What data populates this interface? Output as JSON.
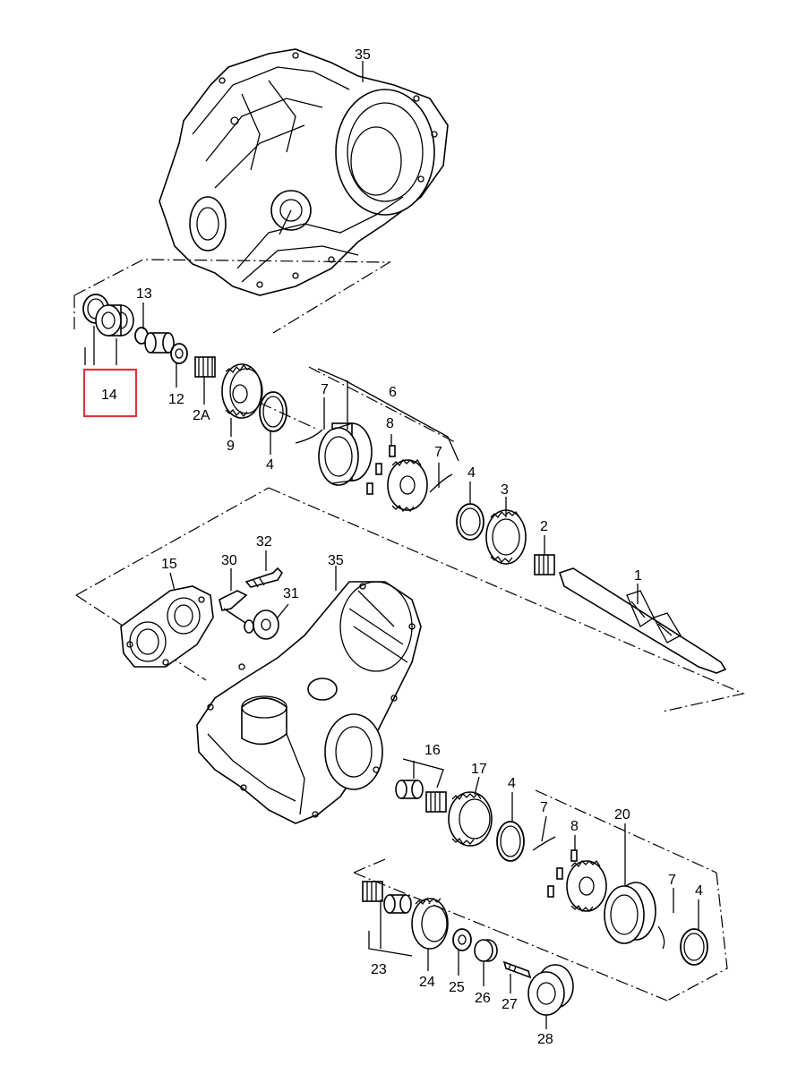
{
  "labels": {
    "l35a": "35",
    "l13": "13",
    "l14": "14",
    "l12": "12",
    "l2A": "2A",
    "l9": "9",
    "l4a": "4",
    "l7a": "7",
    "l6": "6",
    "l8a": "8",
    "l7b": "7",
    "l4b": "4",
    "l3": "3",
    "l2": "2",
    "l1": "1",
    "l15": "15",
    "l30": "30",
    "l32": "32",
    "l31": "31",
    "l35b": "35",
    "l16": "16",
    "l17": "17",
    "l4c": "4",
    "l7c": "7",
    "l8b": "8",
    "l20": "20",
    "l7d": "7",
    "l4d": "4",
    "l23": "23",
    "l24": "24",
    "l25": "25",
    "l26": "26",
    "l27": "27",
    "l28": "28"
  },
  "highlight": {
    "color": "#d8373f",
    "part": "14"
  }
}
